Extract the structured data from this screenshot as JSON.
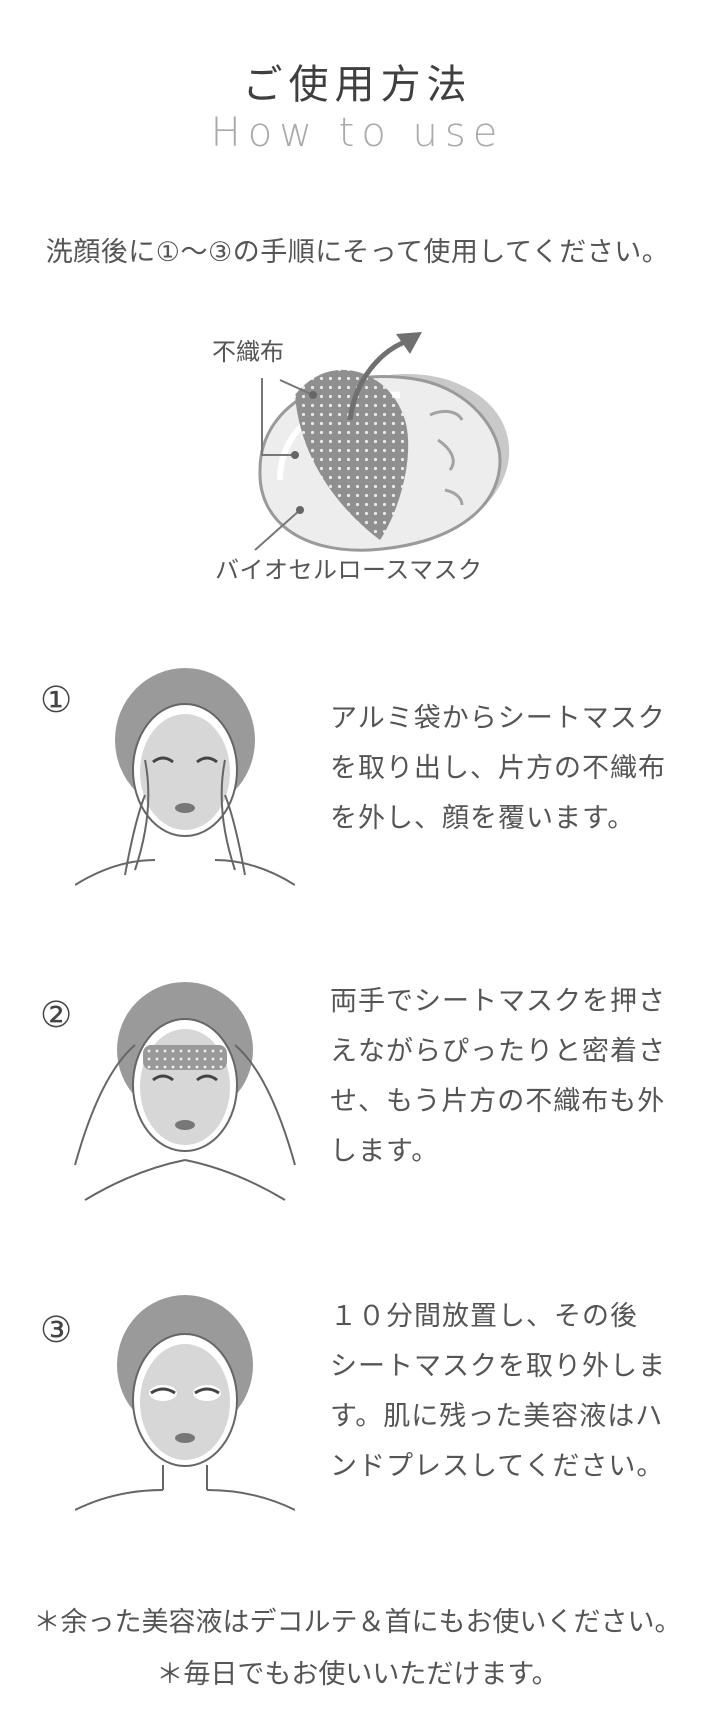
{
  "header": {
    "title_jp": "ご使用方法",
    "title_en": "How to use"
  },
  "intro": "洗顔後に①～③の手順にそって使用してください。",
  "diagram": {
    "label_nonwoven": "不織布",
    "label_mask": "バイオセルロースマスク"
  },
  "steps": [
    {
      "number": "①",
      "lines": [
        "アルミ袋からシートマスク",
        "を取り出し、片方の不織布",
        "を外し、顔を覆います。"
      ]
    },
    {
      "number": "②",
      "lines": [
        "両手でシートマスクを押さ",
        "えながらぴったりと密着さ",
        "せ、もう片方の不織布も外",
        "します。"
      ]
    },
    {
      "number": "③",
      "lines": [
        "１０分間放置し、その後",
        "シートマスクを取り外しま",
        "す。肌に残った美容液はハ",
        "ンドプレスしてください。"
      ]
    }
  ],
  "notes": [
    "＊余った美容液はデコルテ＆首にもお使いください。",
    "＊毎日でもお使いいただけます。"
  ]
}
